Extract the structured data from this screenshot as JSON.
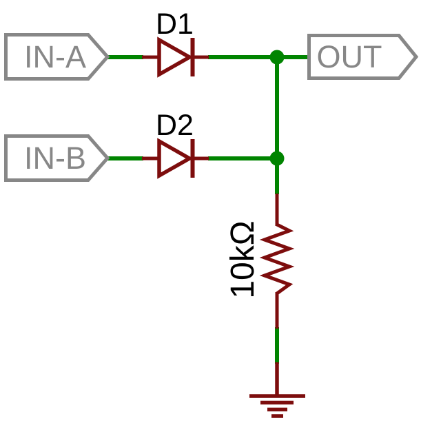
{
  "schematic": {
    "ports": {
      "in_a": "IN-A",
      "in_b": "IN-B",
      "out": "OUT"
    },
    "components": {
      "d1": {
        "ref": "D1"
      },
      "d2": {
        "ref": "D2"
      },
      "r1": {
        "value": "10kΩ"
      }
    },
    "colors": {
      "wire_green": "#008400",
      "device_red": "#7d0d0d",
      "port_gray": "#878787",
      "label_black": "#000000",
      "background": "#ffffff"
    }
  }
}
